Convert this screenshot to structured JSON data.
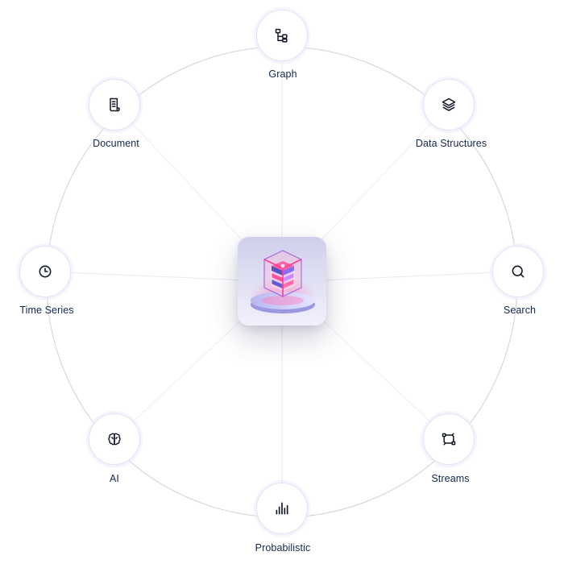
{
  "diagram": {
    "center": {
      "icon": "database-cube-icon"
    },
    "nodes": [
      {
        "id": "graph",
        "label": "Graph",
        "icon": "graph-tree-icon"
      },
      {
        "id": "data-structures",
        "label": "Data Structures",
        "icon": "layers-icon"
      },
      {
        "id": "search",
        "label": "Search",
        "icon": "search-icon"
      },
      {
        "id": "streams",
        "label": "Streams",
        "icon": "streams-icon"
      },
      {
        "id": "probabilistic",
        "label": "Probabilistic",
        "icon": "bar-chart-icon"
      },
      {
        "id": "ai",
        "label": "AI",
        "icon": "brain-icon"
      },
      {
        "id": "time-series",
        "label": "Time Series",
        "icon": "clock-icon"
      },
      {
        "id": "document",
        "label": "Document",
        "icon": "document-icon"
      }
    ]
  },
  "colors": {
    "label": "#12274f",
    "icon": "#111827",
    "ring": "#cfd1de",
    "spoke": "#e8e9f1",
    "node_border": "#e1e3f4",
    "accent_pink": "#ff3d8e",
    "accent_purple": "#8a6cf5"
  }
}
